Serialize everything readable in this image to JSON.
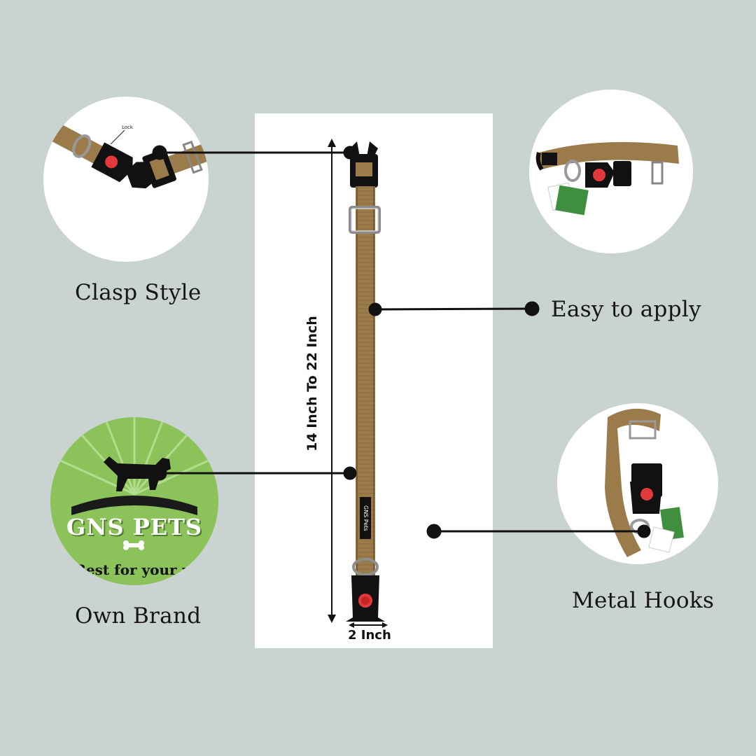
{
  "features": {
    "clasp_style": "Clasp Style",
    "easy_to_apply": "Easy to apply",
    "own_brand": "Own Brand",
    "metal_hooks": "Metal Hooks"
  },
  "dimensions": {
    "length": "14 Inch To 22 Inch",
    "width": "2 Inch"
  },
  "brand": {
    "name": "GNS PETS",
    "tagline": "Best for your pet",
    "collar_tag": "GNS Pets"
  },
  "clasp_callout": "Lock",
  "colors": {
    "background": "#c9d3cf",
    "strap": "#9a7a4a",
    "buckle": "#111111",
    "lock_button": "#e23a3a",
    "brand_green": "#8cc25a"
  }
}
